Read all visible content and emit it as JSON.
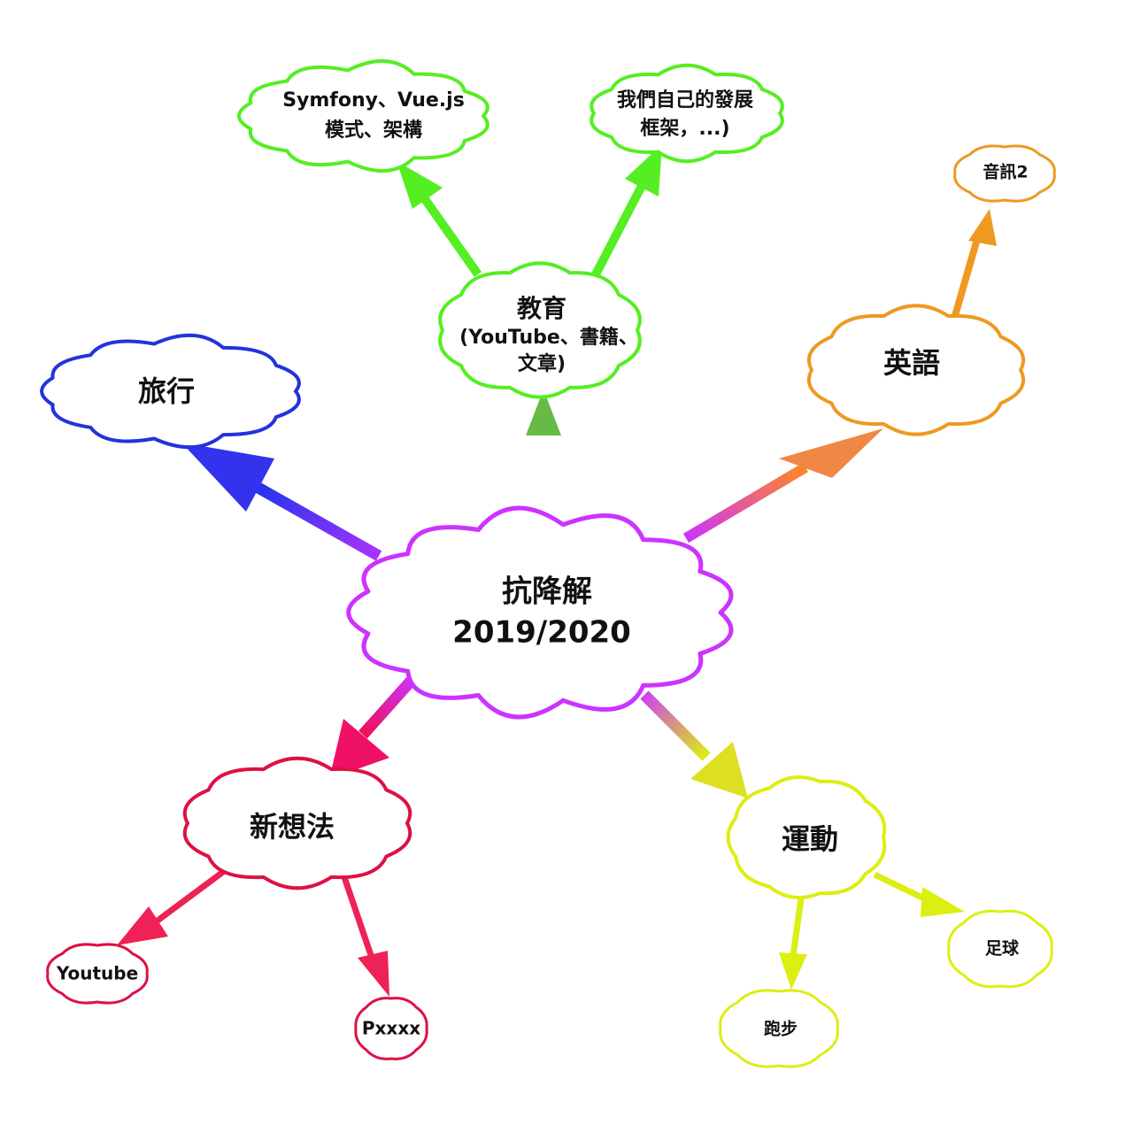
{
  "center": {
    "line1": "抗降解",
    "line2": "2019/2020",
    "color": "#cc33ff"
  },
  "branches": {
    "education": {
      "title": "教育",
      "line2": "(YouTube、書籍、",
      "line3": "文章)",
      "color": "#55ee22",
      "children": {
        "frameworks": {
          "line1": "Symfony、Vue.js",
          "line2": "模式、架構"
        },
        "own_framework": {
          "line1": "我們自己的發展",
          "line2": "框架，...)"
        }
      }
    },
    "english": {
      "title": "英語",
      "color": "#ee9922",
      "children": {
        "audio": {
          "label": "音訊2"
        }
      }
    },
    "travel": {
      "title": "旅行",
      "color": "#2233dd"
    },
    "ideas": {
      "title": "新想法",
      "color": "#dd1144",
      "children": {
        "youtube": {
          "label": "Youtube"
        },
        "pxxxx": {
          "label": "Pxxxx"
        }
      }
    },
    "sport": {
      "title": "運動",
      "color": "#ddee11",
      "children": {
        "football": {
          "label": "足球"
        },
        "running": {
          "label": "跑步"
        }
      }
    }
  }
}
